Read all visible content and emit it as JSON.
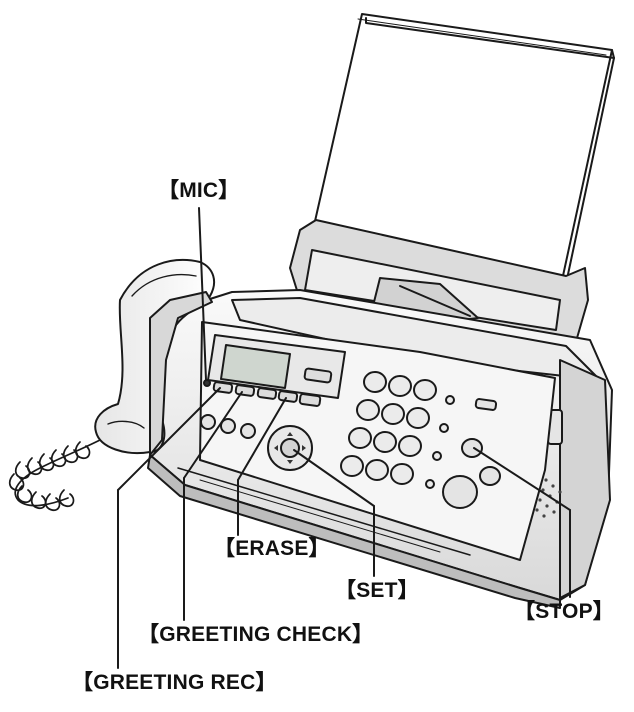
{
  "figure": {
    "subject": "fax machine with telephone handset",
    "callouts": {
      "mic": "【MIC】",
      "erase": "【ERASE】",
      "set": "【SET】",
      "stop": "【STOP】",
      "greeting_check": "【GREETING CHECK】",
      "greeting_rec": "【GREETING REC】"
    },
    "colors": {
      "line": "#1a1a1a",
      "body": "#f2f2f2",
      "shadow": "#cfcfcf",
      "paper": "#ffffff"
    }
  }
}
